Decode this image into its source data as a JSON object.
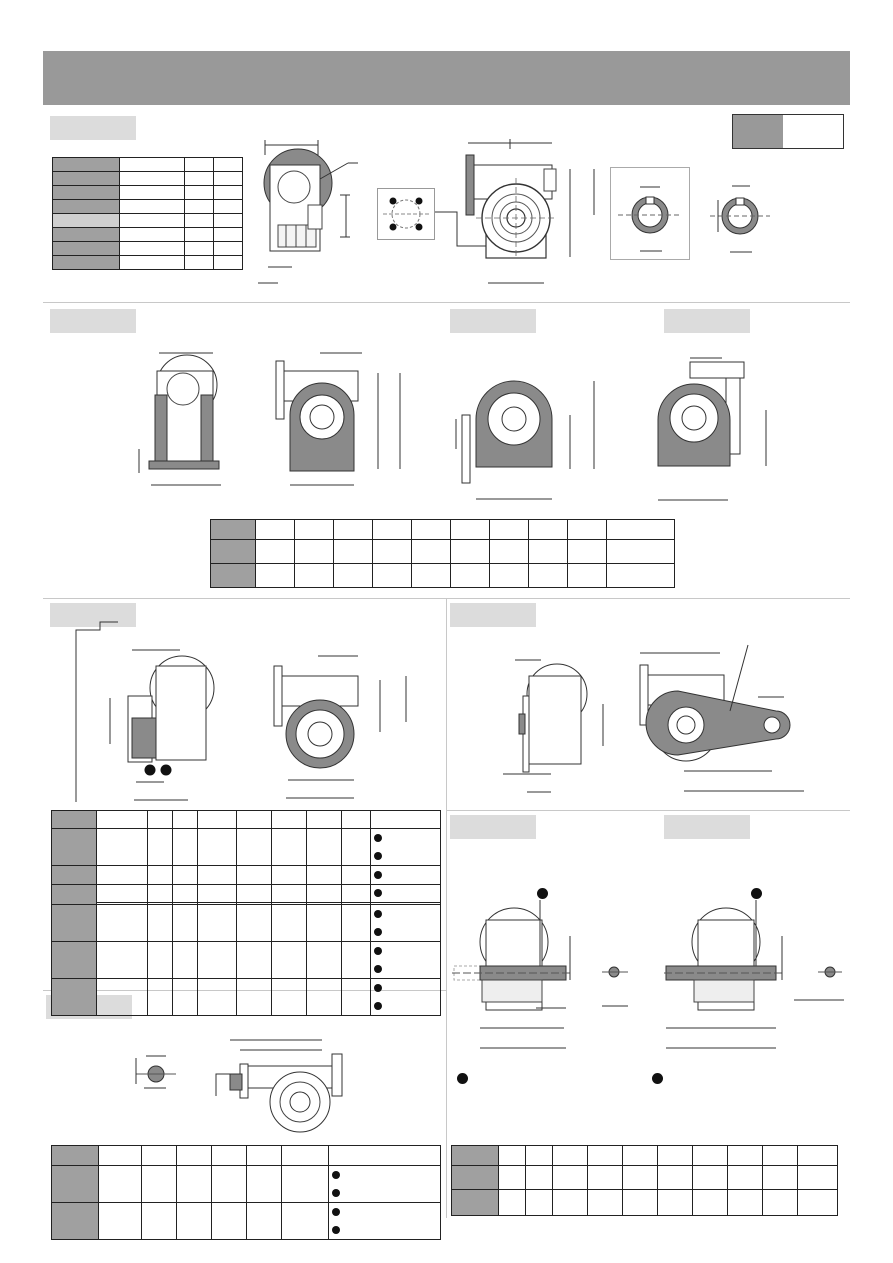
{
  "page": {
    "background": "#ffffff",
    "banner_color": "#999999",
    "tag_color": "#dcdcdc",
    "housing_color": "#8a8a8a"
  },
  "sections": [
    {
      "id": "section-1",
      "label": ""
    },
    {
      "id": "section-2",
      "label": ""
    },
    {
      "id": "section-3",
      "label": ""
    },
    {
      "id": "section-4",
      "label": ""
    },
    {
      "id": "section-5",
      "label": ""
    },
    {
      "id": "section-6",
      "label": ""
    },
    {
      "id": "section-7",
      "label": ""
    },
    {
      "id": "section-8",
      "label": ""
    },
    {
      "id": "section-9",
      "label": ""
    }
  ],
  "icons": {
    "callout_marker": "filled-circle-icon"
  }
}
